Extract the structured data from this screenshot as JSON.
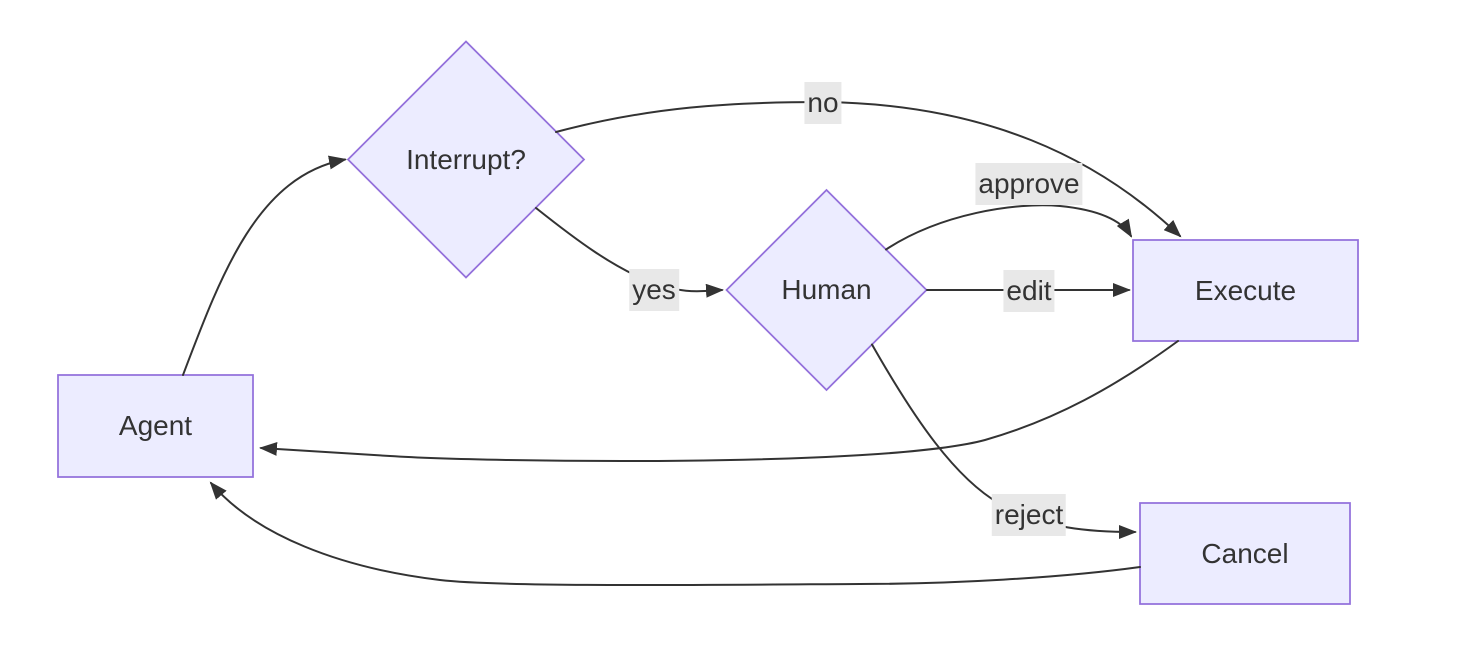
{
  "diagram": {
    "type": "flowchart",
    "nodes": {
      "agent": {
        "label": "Agent",
        "shape": "rectangle"
      },
      "interrupt": {
        "label": "Interrupt?",
        "shape": "diamond"
      },
      "human": {
        "label": "Human",
        "shape": "diamond"
      },
      "execute": {
        "label": "Execute",
        "shape": "rectangle"
      },
      "cancel": {
        "label": "Cancel",
        "shape": "rectangle"
      }
    },
    "edges": [
      {
        "from": "Agent",
        "to": "Interrupt?",
        "label": ""
      },
      {
        "from": "Interrupt?",
        "to": "Execute",
        "label": "no"
      },
      {
        "from": "Interrupt?",
        "to": "Human",
        "label": "yes"
      },
      {
        "from": "Human",
        "to": "Execute",
        "label": "approve"
      },
      {
        "from": "Human",
        "to": "Execute",
        "label": "edit"
      },
      {
        "from": "Human",
        "to": "Cancel",
        "label": "reject"
      },
      {
        "from": "Execute",
        "to": "Agent",
        "label": ""
      },
      {
        "from": "Cancel",
        "to": "Agent",
        "label": ""
      }
    ],
    "edge_labels": {
      "no": {
        "label": "no"
      },
      "yes": {
        "label": "yes"
      },
      "approve": {
        "label": "approve"
      },
      "edit": {
        "label": "edit"
      },
      "reject": {
        "label": "reject"
      }
    },
    "colors": {
      "node_fill": "#ECECFF",
      "node_border": "#9370DB",
      "edge_stroke": "#333333",
      "label_bg": "#e8e8e8",
      "text": "#333333",
      "background": "#ffffff"
    }
  }
}
